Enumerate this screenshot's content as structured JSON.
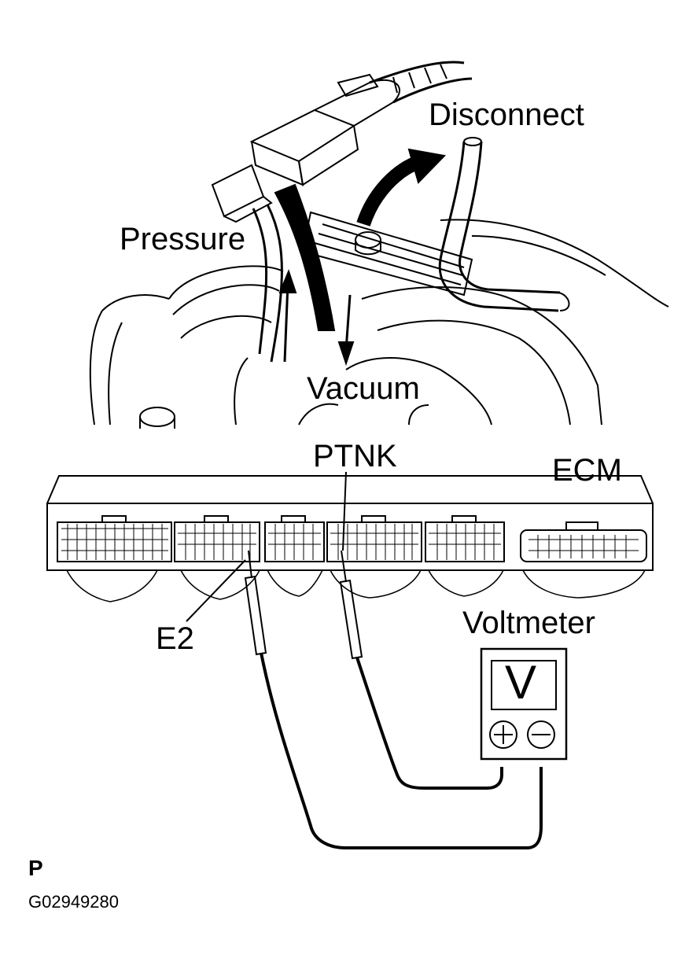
{
  "labels": {
    "disconnect": "Disconnect",
    "pressure": "Pressure",
    "vacuum": "Vacuum",
    "ptnk": "PTNK",
    "ecm": "ECM",
    "e2": "E2",
    "voltmeter": "Voltmeter",
    "meter_symbol": "V",
    "corner_letter": "P",
    "figure_code": "G02949280"
  }
}
